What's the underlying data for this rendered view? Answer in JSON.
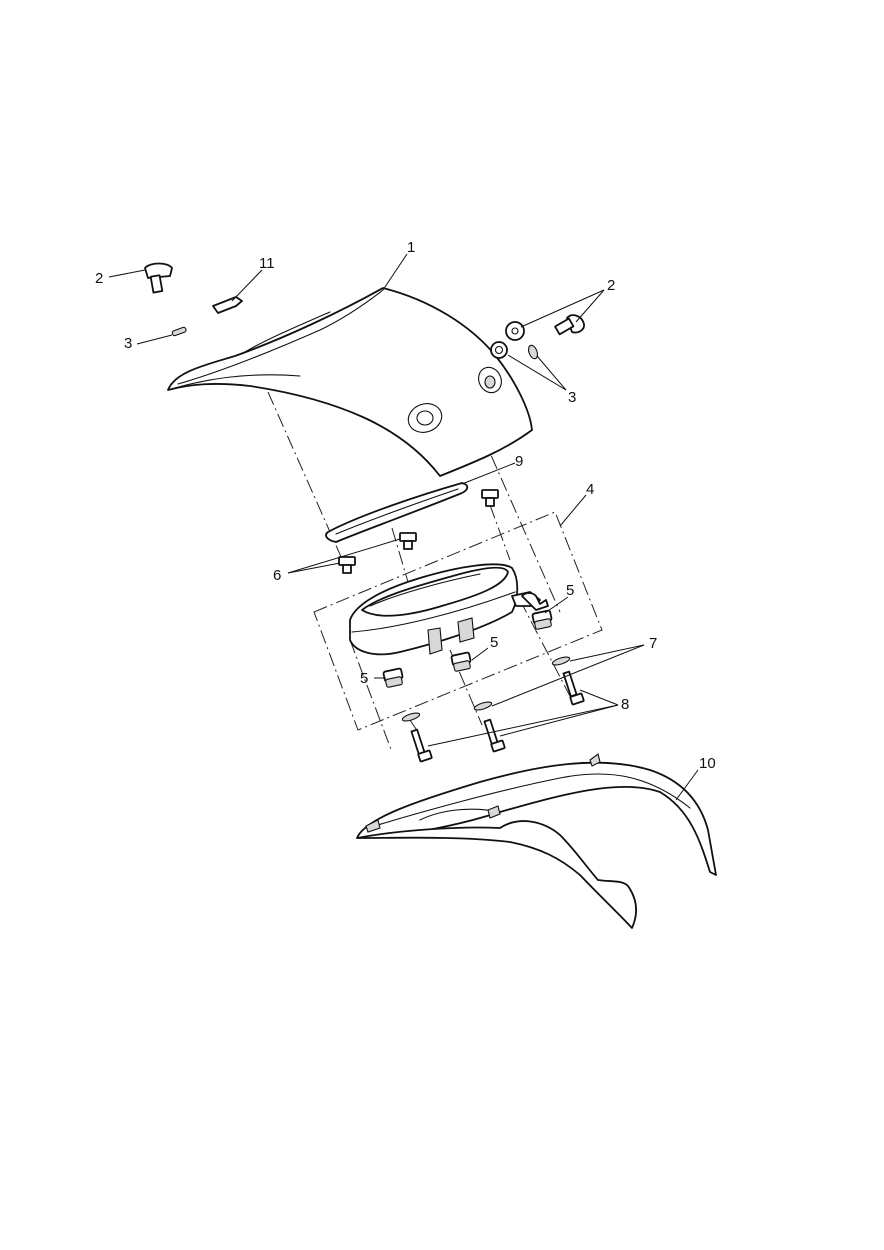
{
  "callouts": {
    "c1": "1",
    "c2_left": "2",
    "c2_right": "2",
    "c3_left": "3",
    "c3_right": "3",
    "c4": "4",
    "c5_right": "5",
    "c5_mid": "5",
    "c5_left": "5",
    "c6": "6",
    "c7": "7",
    "c8": "8",
    "c9": "9",
    "c10": "10",
    "c11": "11"
  }
}
